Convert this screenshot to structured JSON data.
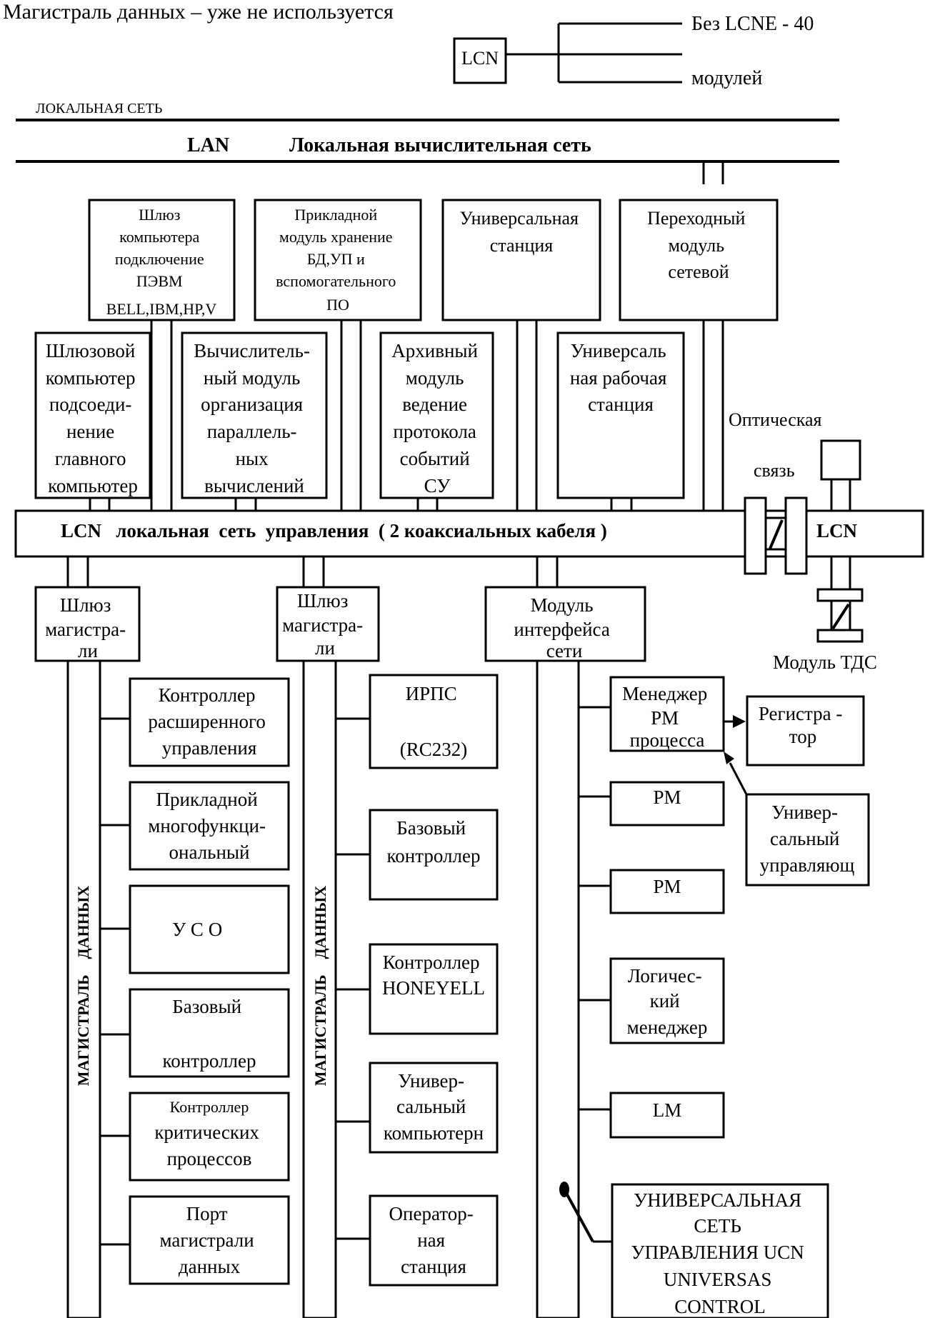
{
  "header": {
    "title": "Магистраль данных – уже не используется",
    "lcn_small": "LCN",
    "lcne_line1": "Без LCNE - 40",
    "lcne_line2": "модулей",
    "lan_caption": "ЛОКАЛЬНАЯ СЕТЬ",
    "lan_abbr": "LAN",
    "lan_name": "Локальная вычислительная  сеть"
  },
  "lan_modules": [
    {
      "lines": [
        "Шлюз",
        "компьютера",
        "подключение",
        "ПЭВМ",
        "BELL,IBM,HP,V"
      ]
    },
    {
      "lines": [
        "Прикладной",
        "модуль хранение",
        "БД,УП и",
        "вспомогательного",
        "ПО"
      ]
    },
    {
      "lines": [
        "Универсальная",
        "станция"
      ]
    },
    {
      "lines": [
        "Переходный",
        "модуль",
        "сетевой"
      ]
    }
  ],
  "lcn_modules": [
    {
      "lines": [
        "Шлюзовой",
        "компьютер",
        "подсоеди-",
        "нение",
        "главного",
        "компьютер"
      ]
    },
    {
      "lines": [
        "Вычислитель-",
        "ный модуль",
        "организация",
        "параллель-",
        "ных",
        "вычислений"
      ]
    },
    {
      "lines": [
        "Архивный",
        "модуль",
        "ведение",
        "протокола",
        "событий",
        "СУ"
      ]
    },
    {
      "lines": [
        "Универсаль",
        "ная рабочая",
        "станция"
      ]
    }
  ],
  "optical": {
    "line1": "Оптическая",
    "line2": "связь"
  },
  "lcn_bus": {
    "label": "LCN   локальная  сеть  управления  ( 2 коаксиальных кабеля )",
    "right_label": "LCN"
  },
  "tds_module": "Модуль ТДС",
  "gateways": [
    {
      "lines": [
        "Шлюз",
        "магистра-",
        "ли"
      ]
    },
    {
      "lines": [
        "Шлюз",
        "магистра-",
        "ли"
      ]
    },
    {
      "lines": [
        "Модуль",
        "интерфейса",
        "сети"
      ]
    }
  ],
  "data_bus_label": "МАГИСТРАЛЬ    ДАННЫХ",
  "column1": [
    {
      "lines": [
        "Контроллер",
        "расширенного",
        "управления"
      ]
    },
    {
      "lines": [
        "Прикладной",
        "многофункци-",
        "ональный"
      ]
    },
    {
      "lines": [
        "У С О"
      ]
    },
    {
      "lines": [
        "Базовый",
        "",
        "контроллер"
      ]
    },
    {
      "lines": [
        "Контроллер",
        "критических",
        "процессов"
      ]
    },
    {
      "lines": [
        "Порт",
        "магистрали",
        "данных"
      ]
    }
  ],
  "column2": [
    {
      "lines": [
        "ИРПС",
        "",
        "(RC232)"
      ]
    },
    {
      "lines": [
        "Базовый",
        "контроллер"
      ]
    },
    {
      "lines": [
        "Контроллер",
        "HONEYELL"
      ]
    },
    {
      "lines": [
        "Универ-",
        "сальный",
        "компьютерн"
      ]
    },
    {
      "lines": [
        "Оператор-",
        "ная",
        "станция"
      ]
    }
  ],
  "column3": [
    {
      "lines": [
        "Менеджер",
        "PM",
        "процесса"
      ]
    },
    {
      "lines": [
        "PM"
      ]
    },
    {
      "lines": [
        "PM"
      ]
    },
    {
      "lines": [
        "Логичес-",
        "кий",
        "менеджер"
      ]
    },
    {
      "lines": [
        "LM"
      ]
    },
    {
      "lines": [
        "УНИВЕРСАЛЬНАЯ",
        "СЕТЬ",
        "УПРАВЛЕНИЯ UCN",
        "UNIVERSAS",
        "CONTROL"
      ]
    }
  ],
  "registrator": {
    "lines": [
      "Регистра -",
      "тор"
    ]
  },
  "universal_controller": {
    "lines": [
      "Универ-",
      "сальный",
      "управляющ"
    ]
  }
}
